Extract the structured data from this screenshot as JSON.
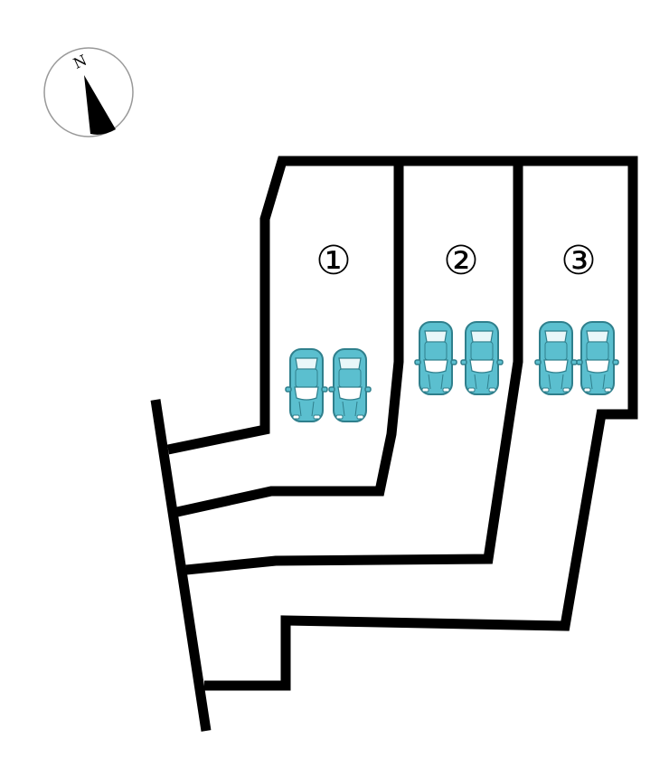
{
  "compass": {
    "north_label": "N",
    "icon": "north-arrow-icon"
  },
  "lots": [
    {
      "label": "①",
      "parking_spaces": 2
    },
    {
      "label": "②",
      "parking_spaces": 2
    },
    {
      "label": "③",
      "parking_spaces": 2
    }
  ],
  "colors": {
    "boundary": "#000000",
    "car_body": "#5bbfcf",
    "car_outline": "#2f7f8c",
    "background": "#ffffff"
  }
}
